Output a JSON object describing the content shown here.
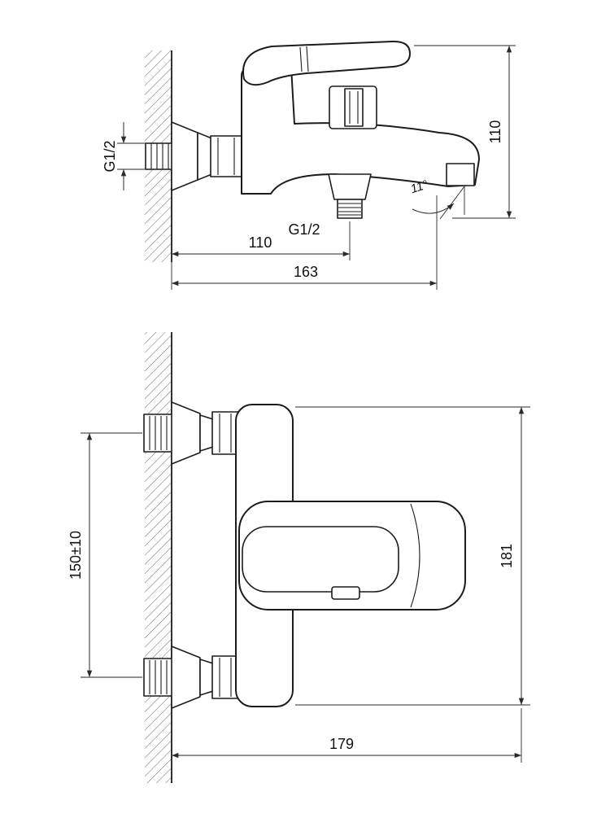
{
  "drawing": {
    "background_color": "#ffffff",
    "line_color": "#1c1c1c",
    "dimension_color": "#2a2a2a",
    "side_view": {
      "wall_thread_label": "G1/2",
      "outlet_thread_label": "G1/2",
      "overall_height": "110",
      "outlet_offset": "110",
      "overall_length": "163",
      "spout_angle": "11°"
    },
    "front_view": {
      "mount_spacing": "150±10",
      "overall_height": "181",
      "overall_width": "179"
    }
  }
}
